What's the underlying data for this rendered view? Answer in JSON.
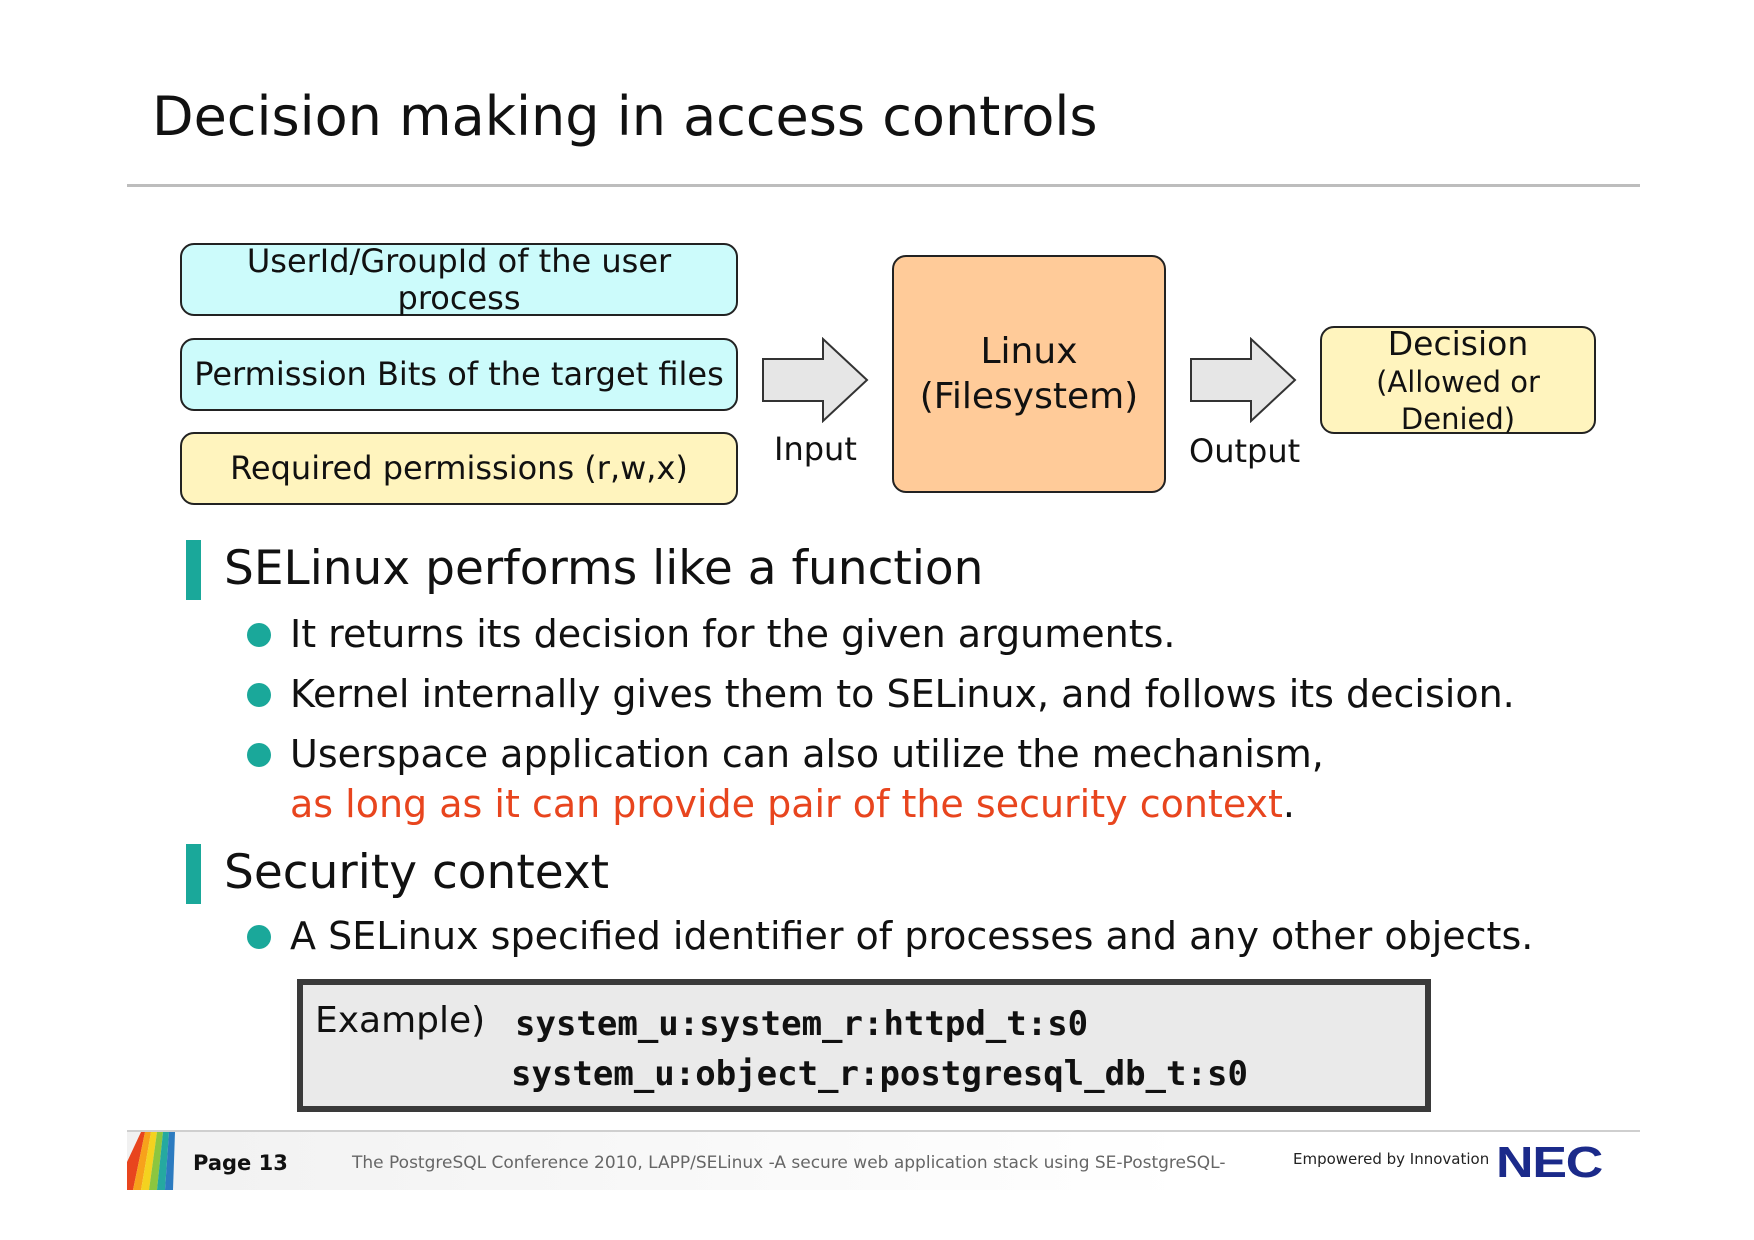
{
  "title": "Decision making in access controls",
  "diagram": {
    "inputs": [
      "UserId/GroupId of the user process",
      "Permission Bits of the target files",
      "Required permissions (r,w,x)"
    ],
    "input_label": "Input",
    "processor": {
      "line1": "Linux",
      "line2": "(Filesystem)"
    },
    "output_label": "Output",
    "decision": {
      "line1": "Decision",
      "line2": "(Allowed or Denied)"
    },
    "colors": {
      "cyan": "#ccfbfb",
      "yellow": "#fff4be",
      "orange": "#ffcb99",
      "arrow": "#e6e6e6"
    }
  },
  "sections": [
    {
      "heading": "SELinux performs like a function",
      "bullets": [
        "It returns its decision for the given arguments.",
        "Kernel internally gives them to SELinux, and follows its decision.",
        "Userspace application can also utilize the mechanism,"
      ],
      "continuation_red": "as long as it can provide pair of the security context",
      "continuation_end": "."
    },
    {
      "heading": "Security context",
      "bullets": [
        "A SELinux specified identifier of processes and any other objects."
      ]
    }
  ],
  "example": {
    "label": "Example)",
    "line1": "system_u:system_r:httpd_t:s0",
    "line2": "system_u:object_r:postgresql_db_t:s0"
  },
  "footer": {
    "page": "Page 13",
    "text": "The PostgreSQL Conference 2010, LAPP/SELinux -A secure web application stack using SE-PostgreSQL-",
    "tagline": "Empowered by Innovation",
    "brand": "NEC"
  },
  "accent_color": "#1aa89a",
  "highlight_color": "#e8451e"
}
